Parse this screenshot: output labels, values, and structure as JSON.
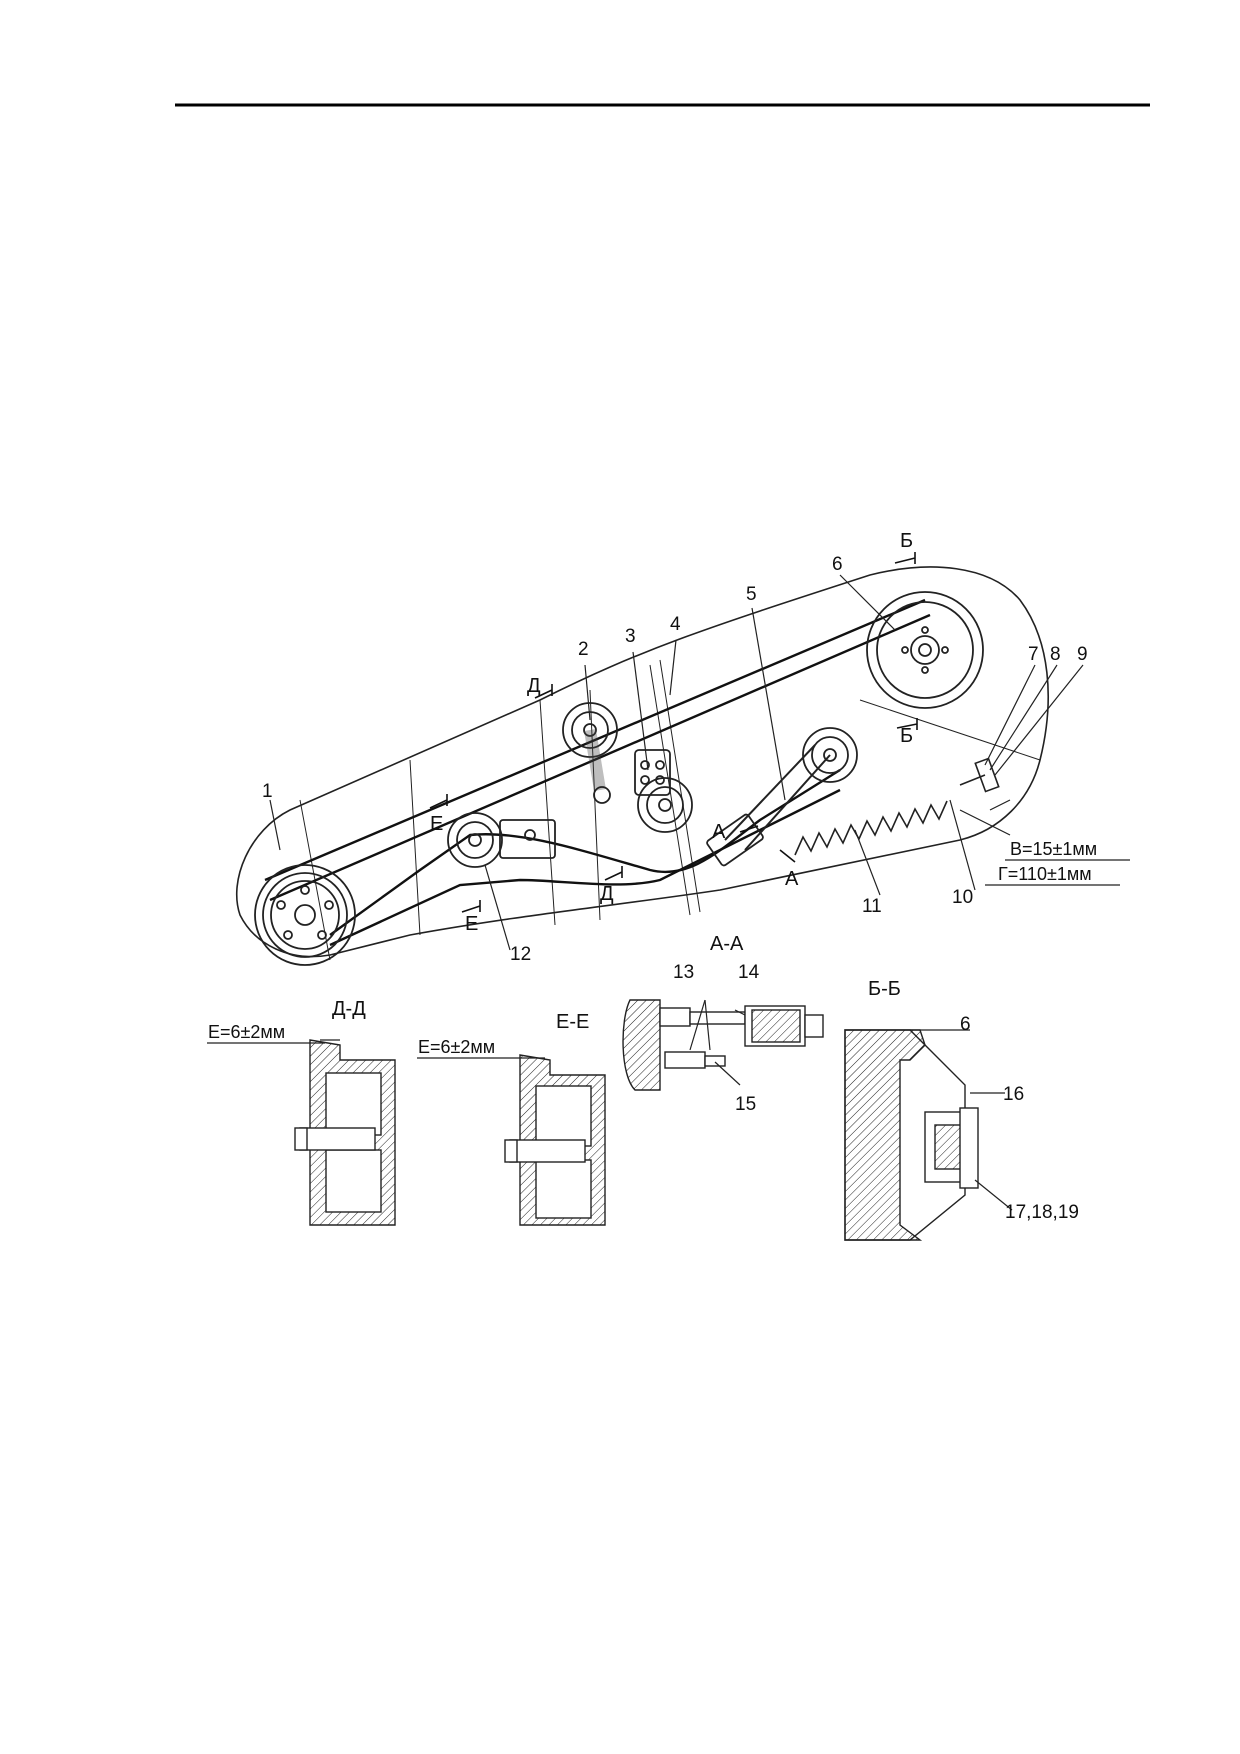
{
  "drawing": {
    "callouts": [
      {
        "id": "c1",
        "text": "1"
      },
      {
        "id": "c2",
        "text": "2"
      },
      {
        "id": "c3",
        "text": "3"
      },
      {
        "id": "c4",
        "text": "4"
      },
      {
        "id": "c5",
        "text": "5"
      },
      {
        "id": "c6",
        "text": "6"
      },
      {
        "id": "c7",
        "text": "7"
      },
      {
        "id": "c8",
        "text": "8"
      },
      {
        "id": "c9",
        "text": "9"
      },
      {
        "id": "c10",
        "text": "10"
      },
      {
        "id": "c11",
        "text": "11"
      },
      {
        "id": "c12",
        "text": "12"
      },
      {
        "id": "c13",
        "text": "13"
      },
      {
        "id": "c14",
        "text": "14"
      },
      {
        "id": "c15",
        "text": "15"
      },
      {
        "id": "c16",
        "text": "16"
      },
      {
        "id": "c17",
        "text": "17,18,19"
      },
      {
        "id": "c6b",
        "text": "6"
      }
    ],
    "section_marks": {
      "A": "А",
      "B": "Б",
      "D": "Д",
      "E": "Е"
    },
    "dimensions": {
      "v": "В=15±1мм",
      "g": "Г=110±1мм",
      "e1": "Е=6±2мм",
      "e2": "Е=6±2мм"
    },
    "section_titles": {
      "dd": "Д-Д",
      "ee": "Е-Е",
      "aa": "А-А",
      "bb": "Б-Б"
    }
  }
}
